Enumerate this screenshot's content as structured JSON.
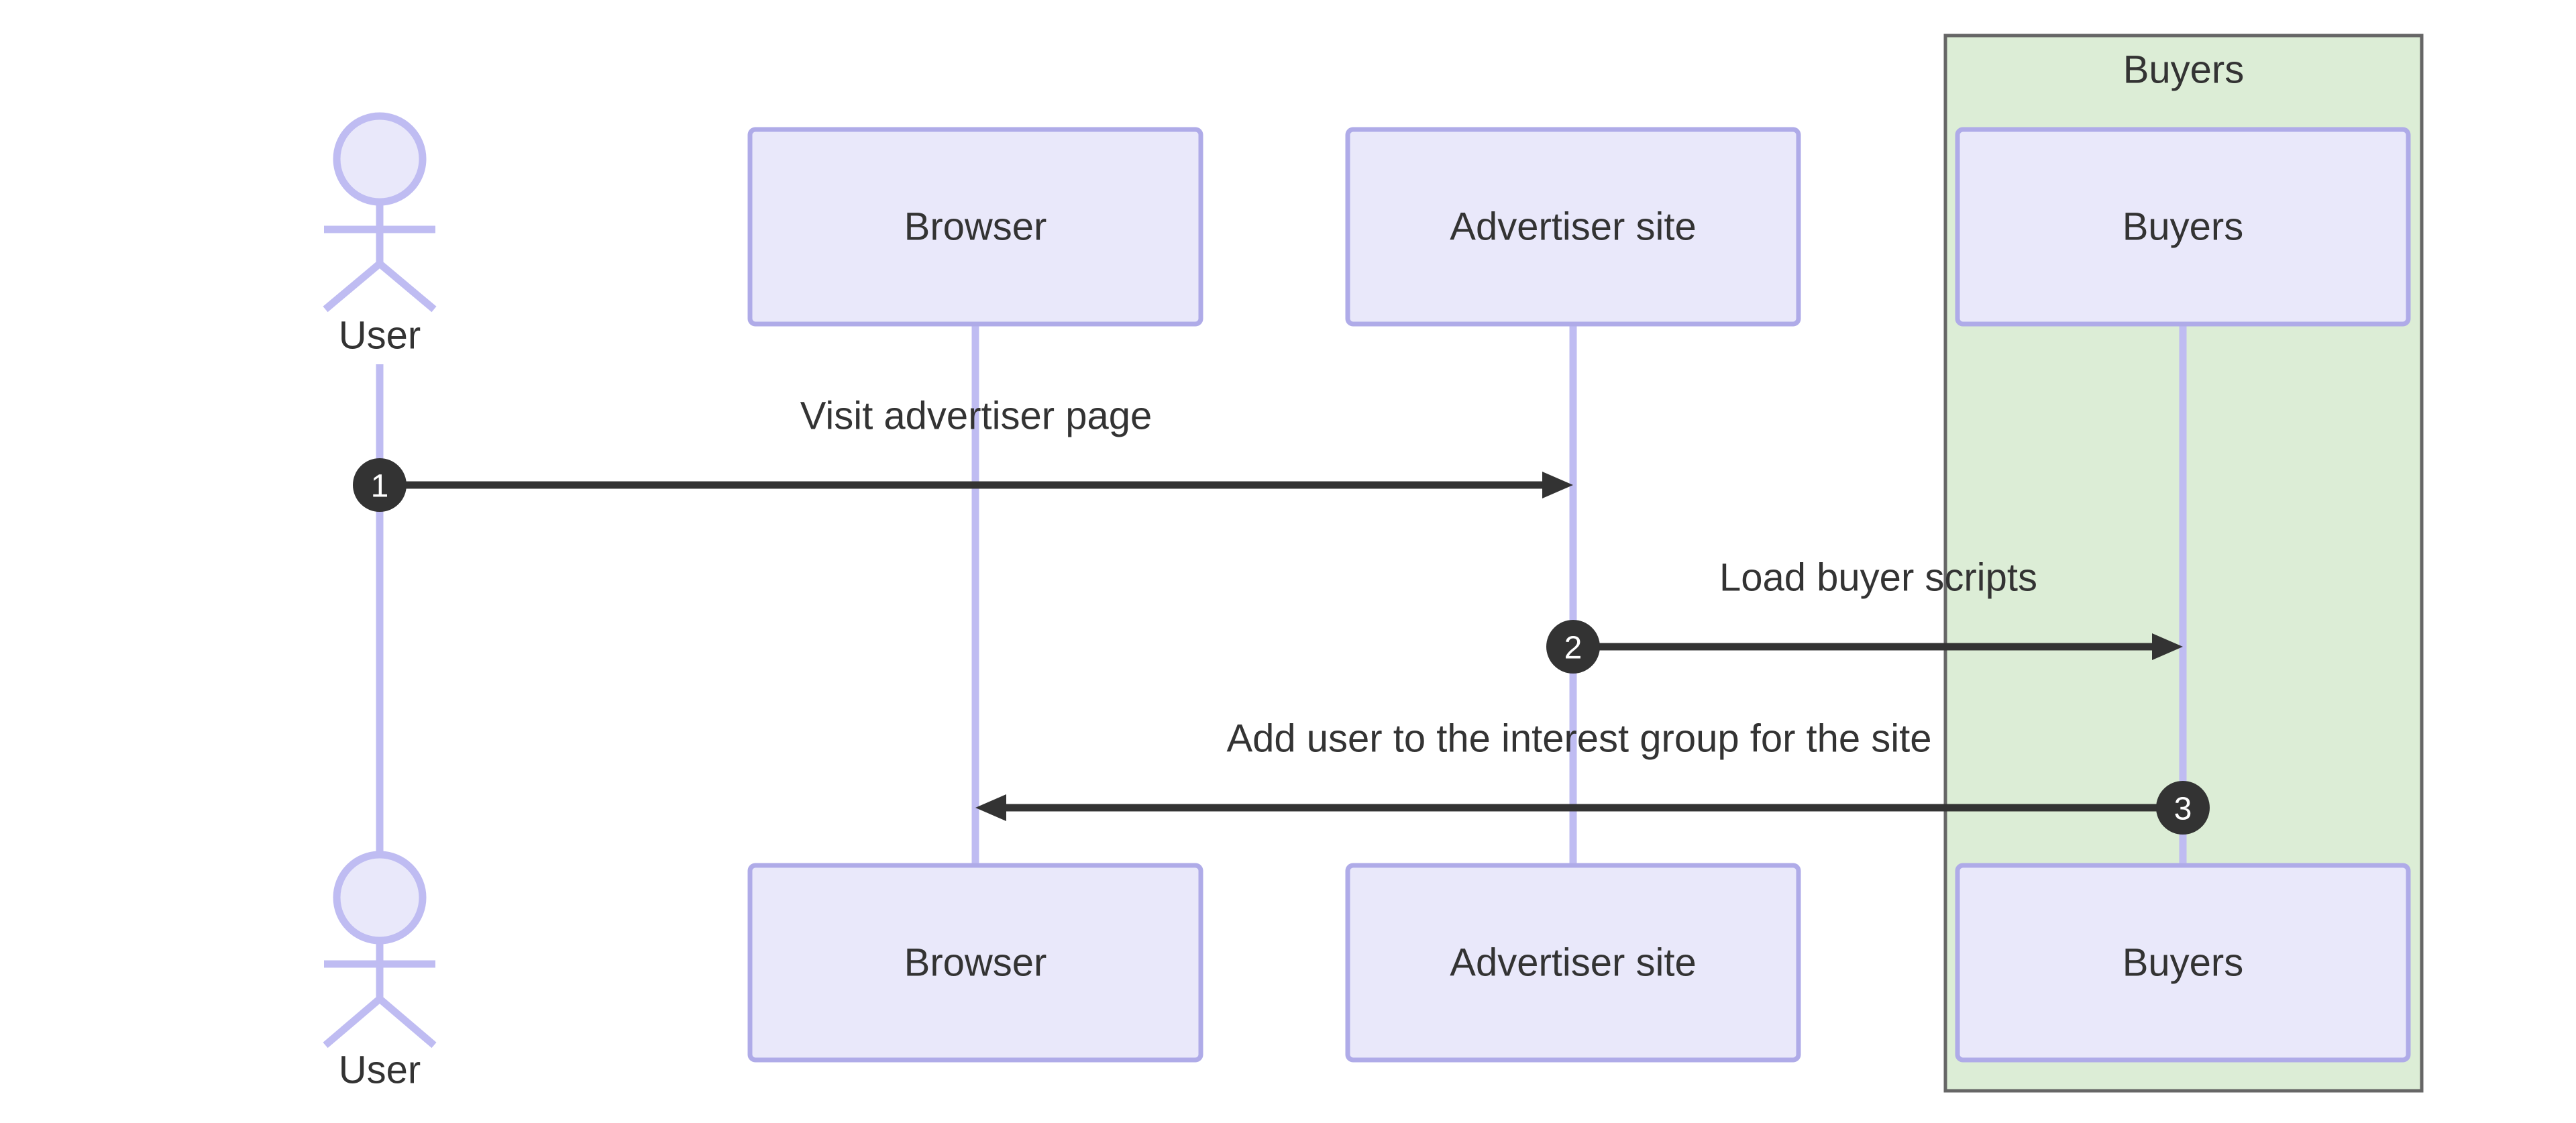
{
  "diagram": {
    "type": "sequence",
    "actor": {
      "name": "User"
    },
    "participants": [
      {
        "label": "Browser"
      },
      {
        "label": "Advertiser site"
      },
      {
        "label": "Buyers"
      }
    ],
    "group": {
      "label": "Buyers"
    },
    "messages": [
      {
        "seq": "1",
        "label": "Visit advertiser page",
        "from": "User",
        "to": "Advertiser site",
        "direction": "right"
      },
      {
        "seq": "2",
        "label": "Load buyer scripts",
        "from": "Advertiser site",
        "to": "Buyers",
        "direction": "right"
      },
      {
        "seq": "3",
        "label": "Add user to the interest group for the site",
        "from": "Buyers",
        "to": "Browser",
        "direction": "left"
      }
    ],
    "colors": {
      "participant_fill": "#E9E8FA",
      "participant_border": "#AFABE8",
      "lifeline": "#BFBCF2",
      "group_fill": "#DCEDD6",
      "group_border": "#666666",
      "text": "#333333",
      "message": "#333333",
      "seq_badge_fill": "#333333",
      "seq_badge_text": "#FFFFFF",
      "page_bg": "#FFFFFF"
    }
  }
}
